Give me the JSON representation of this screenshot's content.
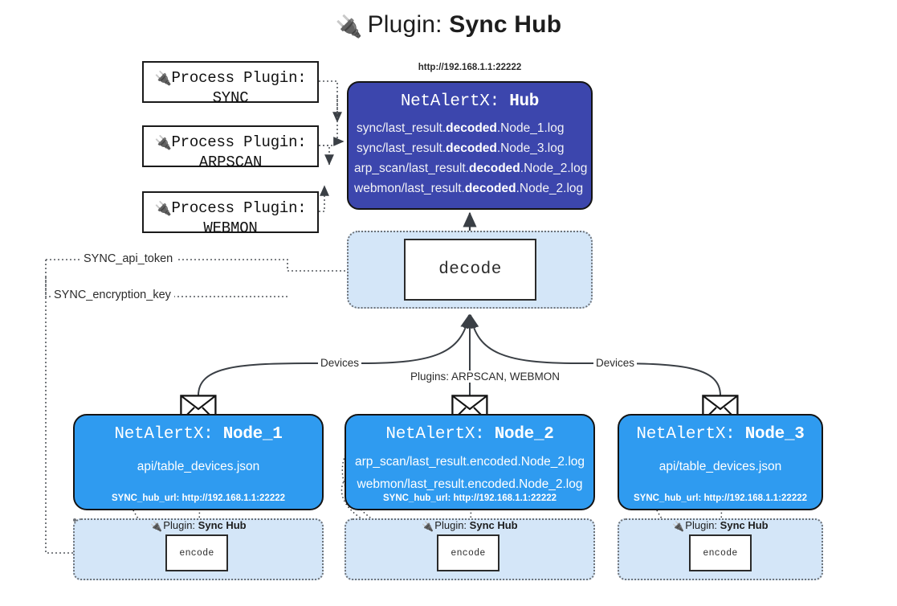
{
  "title": {
    "icon": "plug-icon",
    "icon_glyph": "🔌",
    "prefix": "Plugin: ",
    "name": "Sync Hub"
  },
  "colors": {
    "hub": "#3c46ad",
    "node": "#2f9bf0",
    "panel": "#d4e6f8",
    "stroke": "#141414",
    "text_dark": "#2b2b2b",
    "background": "#ffffff"
  },
  "process_plugins": [
    {
      "icon_glyph": "🔌",
      "line1": "Process Plugin:",
      "line2": "SYNC"
    },
    {
      "icon_glyph": "🔌",
      "line1": "Process Plugin:",
      "line2": "ARPSCAN"
    },
    {
      "icon_glyph": "🔌",
      "line1": "Process Plugin:",
      "line2": "WEBMON"
    }
  ],
  "hub": {
    "url": "http://192.168.1.1:22222",
    "title_prefix": "NetAlertX: ",
    "title_name": "Hub",
    "lines": [
      {
        "pre": "sync/last_result.",
        "strong": "decoded",
        "post": ".Node_1.log"
      },
      {
        "pre": "sync/last_result.",
        "strong": "decoded",
        "post": ".Node_3.log"
      },
      {
        "pre": "arp_scan/last_result.",
        "strong": "decoded",
        "post": ".Node_2.log"
      },
      {
        "pre": "webmon/last_result.",
        "strong": "decoded",
        "post": ".Node_2.log"
      }
    ]
  },
  "decode": {
    "label": "decode"
  },
  "secrets": [
    {
      "label": "SYNC_api_token"
    },
    {
      "label": "SYNC_encryption_key"
    }
  ],
  "edge_labels": {
    "devices_left": "Devices",
    "devices_right": "Devices",
    "plugins_center": "Plugins: ARPSCAN, WEBMON"
  },
  "nodes": [
    {
      "title_prefix": "NetAlertX: ",
      "title_name": "Node_1",
      "lines": [
        "api/table_devices.json"
      ],
      "footer": "SYNC_hub_url: http://192.168.1.1:22222",
      "panel": {
        "plugin_prefix": "Plugin: ",
        "plugin_name": "Sync Hub",
        "icon_glyph": "🔌",
        "box_label": "encode"
      }
    },
    {
      "title_prefix": "NetAlertX: ",
      "title_name": "Node_2",
      "lines": [
        "arp_scan/last_result.encoded.Node_2.log",
        "webmon/last_result.encoded.Node_2.log"
      ],
      "footer": "SYNC_hub_url: http://192.168.1.1:22222",
      "panel": {
        "plugin_prefix": "Plugin: ",
        "plugin_name": "Sync Hub",
        "icon_glyph": "🔌",
        "box_label": "encode"
      }
    },
    {
      "title_prefix": "NetAlertX: ",
      "title_name": "Node_3",
      "lines": [
        "api/table_devices.json"
      ],
      "footer": "SYNC_hub_url: http://192.168.1.1:22222",
      "panel": {
        "plugin_prefix": "Plugin: ",
        "plugin_name": "Sync Hub",
        "icon_glyph": "🔌",
        "box_label": "encode"
      }
    }
  ]
}
